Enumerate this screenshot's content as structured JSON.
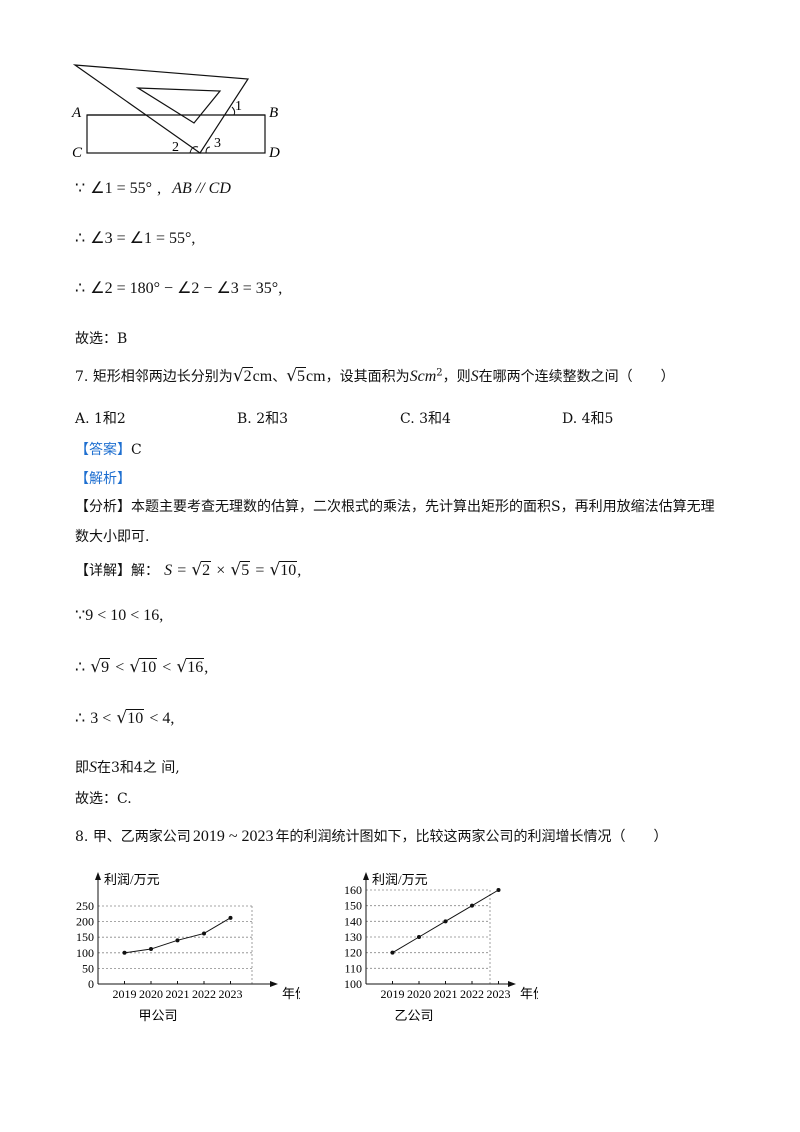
{
  "figure1": {
    "labels": {
      "A": "A",
      "B": "B",
      "C": "C",
      "D": "D",
      "a1": "1",
      "a2": "2",
      "a3": "3"
    }
  },
  "solution6": {
    "line1": {
      "because": "∵",
      "expr": "∠1 = 55°",
      "sep": ",",
      "parallel": "AB // CD"
    },
    "line2": {
      "therefore": "∴",
      "expr": "∠3 = ∠1 = 55°",
      "tail": ","
    },
    "line3": {
      "therefore": "∴",
      "expr": "∠2 = 180° − ∠2 − ∠3 = 35°",
      "tail": ","
    },
    "choice": "故选：B"
  },
  "q7": {
    "number": "7.",
    "text_a": "矩形相邻两边长分别为",
    "r1": "2",
    "unit1": "cm",
    "sep": "、",
    "r2": "5",
    "unit2": "cm",
    "text_b": "，设其面积为",
    "area": "Scm",
    "sup": "2",
    "text_c": "，则",
    "S": "S",
    "text_d": "在哪两个连续整数之间（　　）",
    "options": {
      "A": "A. 1和2",
      "B": "B. 2和3",
      "C": "C. 3和4",
      "D": "D. 4和5"
    },
    "answer_tag": "【答案】",
    "answer": "C",
    "analysis_tag": "【解析】",
    "fenxi_tag": "【分析】",
    "fenxi_line1": "本题主要考查无理数的估算，二次根式的乘法，先计算出矩形的面积S，再利用放缩法估算无理",
    "fenxi_line2": "数大小即可.",
    "detail_tag": "【详解】解：",
    "d1": {
      "S": "S",
      "eq": "=",
      "r1": "2",
      "times": "×",
      "r2": "5",
      "eq2": "=",
      "r3": "10",
      "tail": ","
    },
    "d2": {
      "because": "∵",
      "expr": "9 < 10 < 16",
      "tail": ","
    },
    "d3": {
      "therefore": "∴",
      "r1": "9",
      "lt": "<",
      "r2": "10",
      "lt2": "<",
      "r3": "16",
      "tail": ","
    },
    "d4": {
      "therefore": "∴",
      "left": "3 <",
      "r": "10",
      "right": "< 4",
      "tail": ","
    },
    "conclusion_a": "即",
    "conclusion_S": "S",
    "conclusion_b": "在3和4之 间,",
    "choice": "故选：C."
  },
  "q8": {
    "number": "8.",
    "text_a": "甲、乙两家公司",
    "years": "2019 ~ 2023",
    "text_b": "年的利润统计图如下，比较这两家公司的利润增长情况（　　）"
  },
  "chart_data": [
    {
      "type": "line",
      "title": "甲公司",
      "ylabel": "利润/万元",
      "xlabel": "年份",
      "x": [
        "2019",
        "2020",
        "2021",
        "2022",
        "2023"
      ],
      "values": [
        100,
        112,
        140,
        162,
        212
      ],
      "yticks": [
        "0",
        "50",
        "100",
        "150",
        "200",
        "250"
      ],
      "ylim": [
        0,
        250
      ],
      "grid": true
    },
    {
      "type": "line",
      "title": "乙公司",
      "ylabel": "利润/万元",
      "xlabel": "年份",
      "x": [
        "2019",
        "2020",
        "2021",
        "2022",
        "2023"
      ],
      "values": [
        120,
        130,
        140,
        150,
        160
      ],
      "yticks": [
        "100",
        "110",
        "120",
        "130",
        "140",
        "150",
        "160"
      ],
      "ylim": [
        100,
        160
      ],
      "grid": true
    }
  ]
}
